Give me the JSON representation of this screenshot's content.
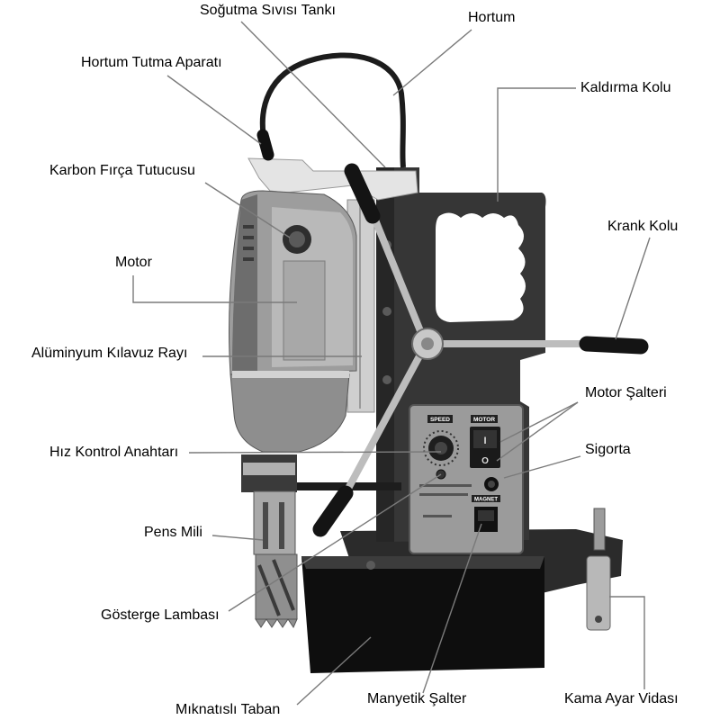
{
  "labels": {
    "sogutma_sivisi_tanki": "Soğutma Sıvısı Tankı",
    "hortum": "Hortum",
    "hortum_tutma_aparati": "Hortum Tutma Aparatı",
    "kaldirma_kolu": "Kaldırma Kolu",
    "karbon_firca_tutucusu": "Karbon Fırça Tutucusu",
    "krank_kolu": "Krank Kolu",
    "motor": "Motor",
    "aluminyum_kilavuz_rayi": "Alüminyum Kılavuz Rayı",
    "motor_salteri": "Motor Şalteri",
    "sigorta": "Sigorta",
    "hiz_kontrol_anahtari": "Hız Kontrol Anahtarı",
    "pens_mili": "Pens Mili",
    "gosterge_lambasi": "Gösterge Lambası",
    "miknatisli_taban": "Mıknatıslı Taban",
    "manyetik_salter": "Manyetik Şalter",
    "kama_ayar_vidasi": "Kama Ayar Vidası"
  },
  "panel": {
    "speed": "SPEED",
    "motor": "MOTOR",
    "magnet": "MAGNET",
    "switch_on": "I",
    "switch_off": "O"
  },
  "colors": {
    "background": "#ffffff",
    "label_text": "#000000",
    "leader_line": "#7a7a7a"
  }
}
